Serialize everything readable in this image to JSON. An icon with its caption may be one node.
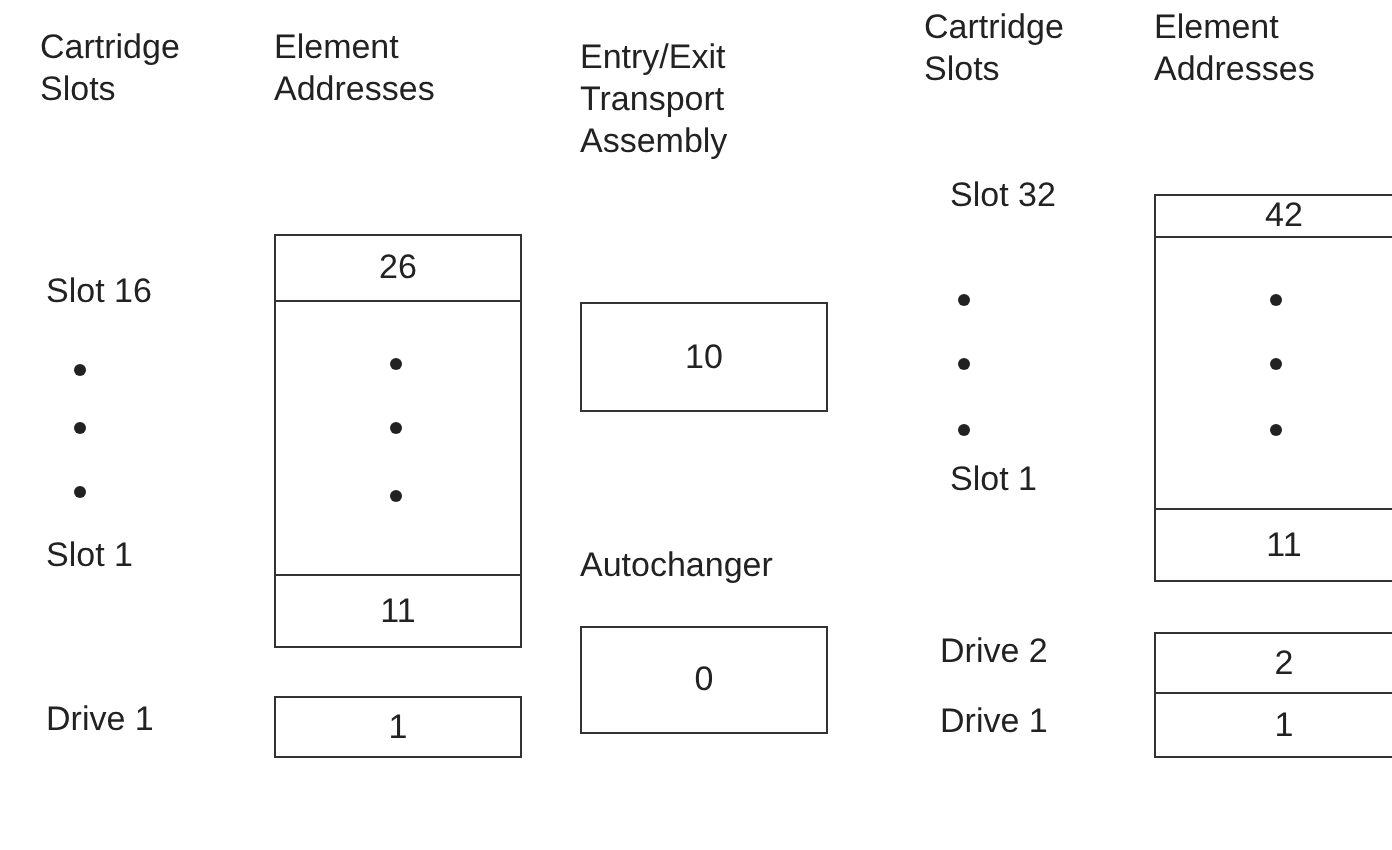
{
  "diagram": {
    "nodes": [
      {
        "text": [
          "26"
        ]
      },
      {
        "text": [],
        "shape": "box"
      },
      {
        "text": [
          "11"
        ]
      },
      {
        "text": [
          "1"
        ]
      },
      {
        "text": [
          "10"
        ]
      },
      {
        "text": [
          "0"
        ]
      },
      {
        "text": [
          "42"
        ]
      },
      {
        "text": [],
        "shape": "box"
      },
      {
        "text": [
          "11"
        ]
      },
      {
        "text": [
          "2"
        ]
      },
      {
        "text": [
          "1"
        ]
      }
    ],
    "labels": [
      "Cartridge Slots",
      "Element Addresses",
      "Entry/Exit Transport Assembly",
      "Cartridge Slots",
      "Element Addresses",
      "Slot 16",
      "Slot 32",
      "Slot 1",
      "Slot 1",
      "Autochanger",
      "Drive 2",
      "Drive 1",
      "Drive 1"
    ]
  }
}
